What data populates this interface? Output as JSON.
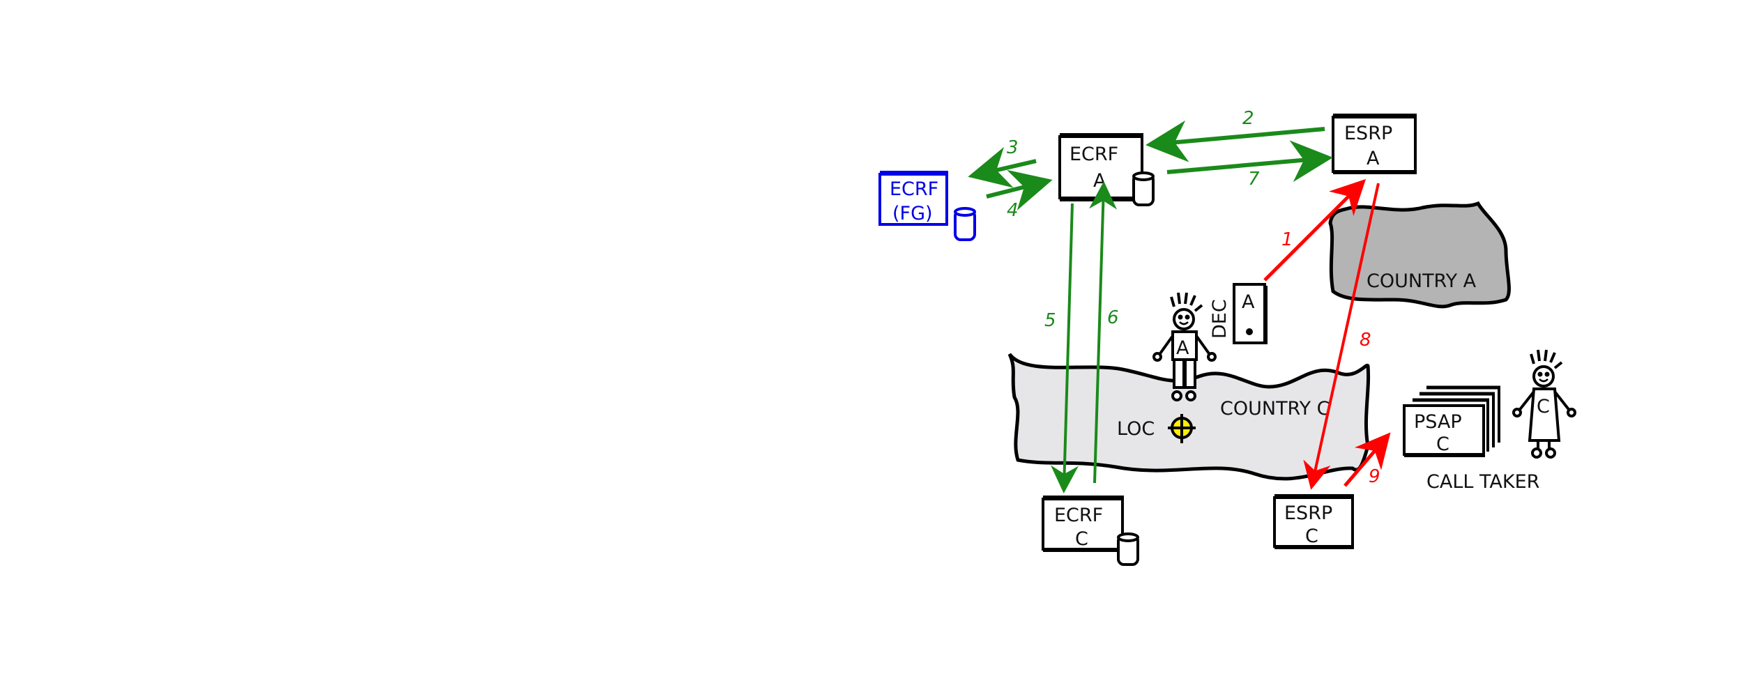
{
  "nodes": {
    "ecrf_fg": {
      "line1": "ECRF",
      "line2": "(FG)"
    },
    "ecrf_a": {
      "line1": "ECRF",
      "line2": "A"
    },
    "esrp_a": {
      "line1": "ESRP",
      "line2": "A"
    },
    "ecrf_c": {
      "line1": "ECRF",
      "line2": "C"
    },
    "esrp_c": {
      "line1": "ESRP",
      "line2": "C"
    },
    "psap_c": {
      "line1": "PSAP",
      "line2": "C"
    },
    "dec": {
      "label": "DEC",
      "device_letter": "A"
    }
  },
  "regions": {
    "country_a": "COUNTRY A",
    "country_c": "COUNTRY C"
  },
  "people": {
    "caller_letter": "A",
    "call_taker_letter": "C",
    "call_taker_label": "CALL TAKER"
  },
  "location_label": "LOC",
  "steps": [
    "1",
    "2",
    "3",
    "4",
    "5",
    "6",
    "7",
    "8",
    "9"
  ],
  "colors": {
    "ecrf_steps": "#1a8a1a",
    "call_steps": "#ff0000",
    "forest_guide": "#0000e6"
  }
}
